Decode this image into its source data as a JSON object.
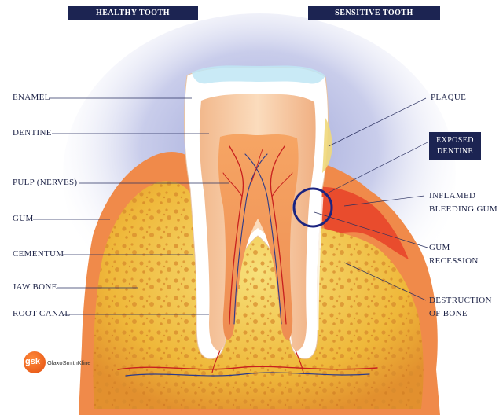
{
  "banners": {
    "healthy": "HEALTHY TOOTH",
    "sensitive": "SENSITIVE TOOTH"
  },
  "labels_left": {
    "enamel": "ENAMEL",
    "dentine": "DENTINE",
    "pulp": "PULP (NERVES)",
    "gum": "GUM",
    "cementum": "CEMENTUM",
    "jaw_bone": "JAW BONE",
    "root_canal": "ROOT CANAL"
  },
  "labels_right": {
    "plaque": "PLAQUE",
    "exposed_dentine_1": "EXPOSED",
    "exposed_dentine_2": "DENTINE",
    "inflamed_1": "INFLAMED",
    "inflamed_2": "BLEEDING GUM",
    "recession_1": "GUM",
    "recession_2": "RECESSION",
    "destruction_1": "DESTRUCTION",
    "destruction_2": "OF BONE"
  },
  "logo": {
    "mark": "gsk",
    "name": "GlaxoSmithKline"
  },
  "colors": {
    "banner_bg": "#1c2452",
    "halo": "#cfd3ec",
    "gum": "#f08a4a",
    "gum_inflamed": "#e8452a",
    "bone": "#f2c23e",
    "dentine": "#f6c9a0",
    "pulp": "#f4a060",
    "enamel": "#ffffff",
    "nerve_red": "#c8201e",
    "nerve_blue": "#2a3a8a",
    "circle": "#1c2480"
  }
}
